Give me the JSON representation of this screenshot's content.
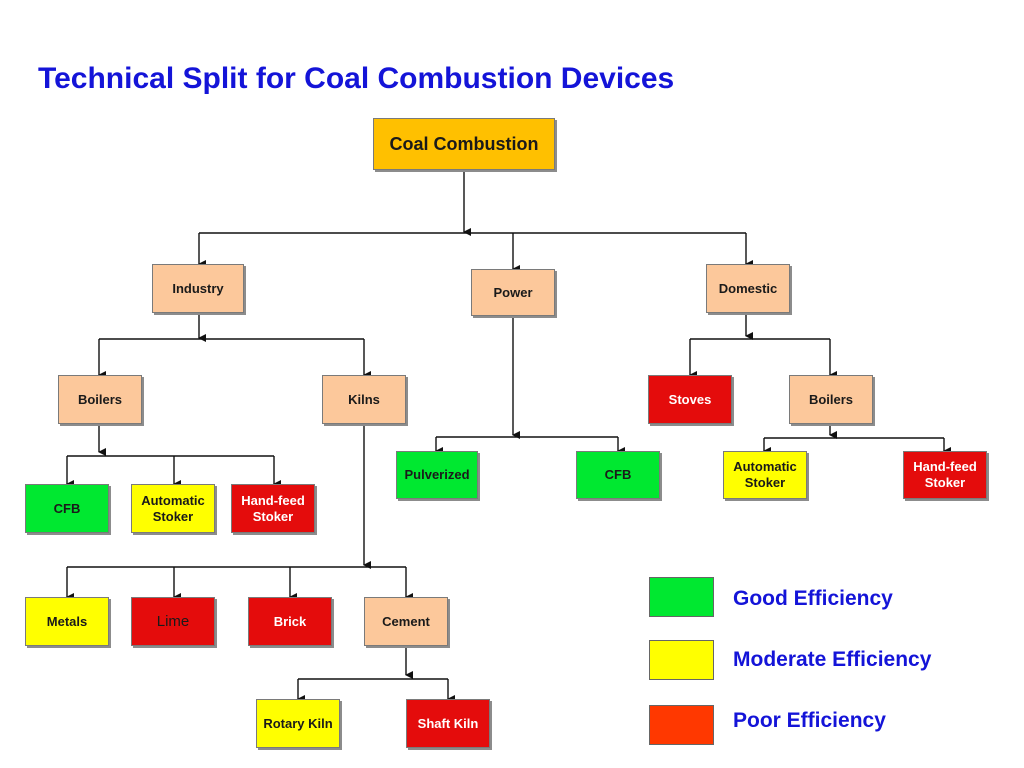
{
  "title": "Technical Split for Coal Combustion Devices",
  "colors": {
    "peach": "#fcc89b",
    "gold": "#ffc000",
    "green": "#00e830",
    "yellow": "#ffff00",
    "red": "#e40c0c",
    "legend_red": "#ff3800",
    "title_blue": "#1414d8"
  },
  "nodes": {
    "coal_combustion": {
      "label": "Coal Combustion",
      "color": "gold"
    },
    "industry": {
      "label": "Industry",
      "color": "peach"
    },
    "power": {
      "label": "Power",
      "color": "peach"
    },
    "domestic": {
      "label": "Domestic",
      "color": "peach"
    },
    "industry_boilers": {
      "label": "Boilers",
      "color": "peach"
    },
    "kilns": {
      "label": "Kilns",
      "color": "peach"
    },
    "ind_cfb": {
      "label": "CFB",
      "color": "green"
    },
    "ind_automatic_stoker": {
      "label": "Automatic Stoker",
      "color": "yellow"
    },
    "ind_hand_feed_stoker": {
      "label": "Hand-feed Stoker",
      "color": "red"
    },
    "pulverized": {
      "label": "Pulverized",
      "color": "green"
    },
    "power_cfb": {
      "label": "CFB",
      "color": "green"
    },
    "stoves": {
      "label": "Stoves",
      "color": "red"
    },
    "domestic_boilers": {
      "label": "Boilers",
      "color": "peach"
    },
    "dom_automatic_stoker": {
      "label": "Automatic Stoker",
      "color": "yellow"
    },
    "dom_hand_feed_stoker": {
      "label": "Hand-feed Stoker",
      "color": "red"
    },
    "metals": {
      "label": "Metals",
      "color": "yellow"
    },
    "lime": {
      "label": "Lime",
      "color": "red"
    },
    "brick": {
      "label": "Brick",
      "color": "red"
    },
    "cement": {
      "label": "Cement",
      "color": "peach"
    },
    "rotary_kiln": {
      "label": "Rotary Kiln",
      "color": "yellow"
    },
    "shaft_kiln": {
      "label": "Shaft Kiln",
      "color": "red"
    }
  },
  "legend": [
    {
      "label": "Good Efficiency",
      "color": "green"
    },
    {
      "label": "Moderate Efficiency",
      "color": "yellow"
    },
    {
      "label": "Poor Efficiency",
      "color": "legend_red"
    }
  ]
}
